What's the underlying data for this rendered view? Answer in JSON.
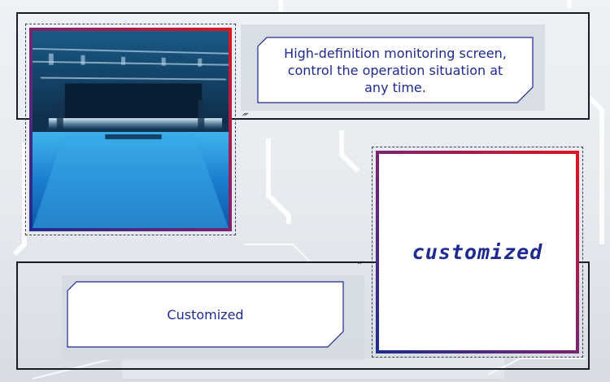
{
  "captions": {
    "monitoring": "High-definition monitoring screen, control the operation situation at any time.",
    "customized": "Customized"
  },
  "cards": {
    "customized_title": "customized"
  },
  "colors": {
    "accent_blue": "#1e2a8f",
    "accent_red": "#e0141e",
    "frame_dark": "#1a1d24",
    "panel_gray": "#d5dae2"
  },
  "icons": {
    "quote_mark": "double-quote-icon"
  }
}
